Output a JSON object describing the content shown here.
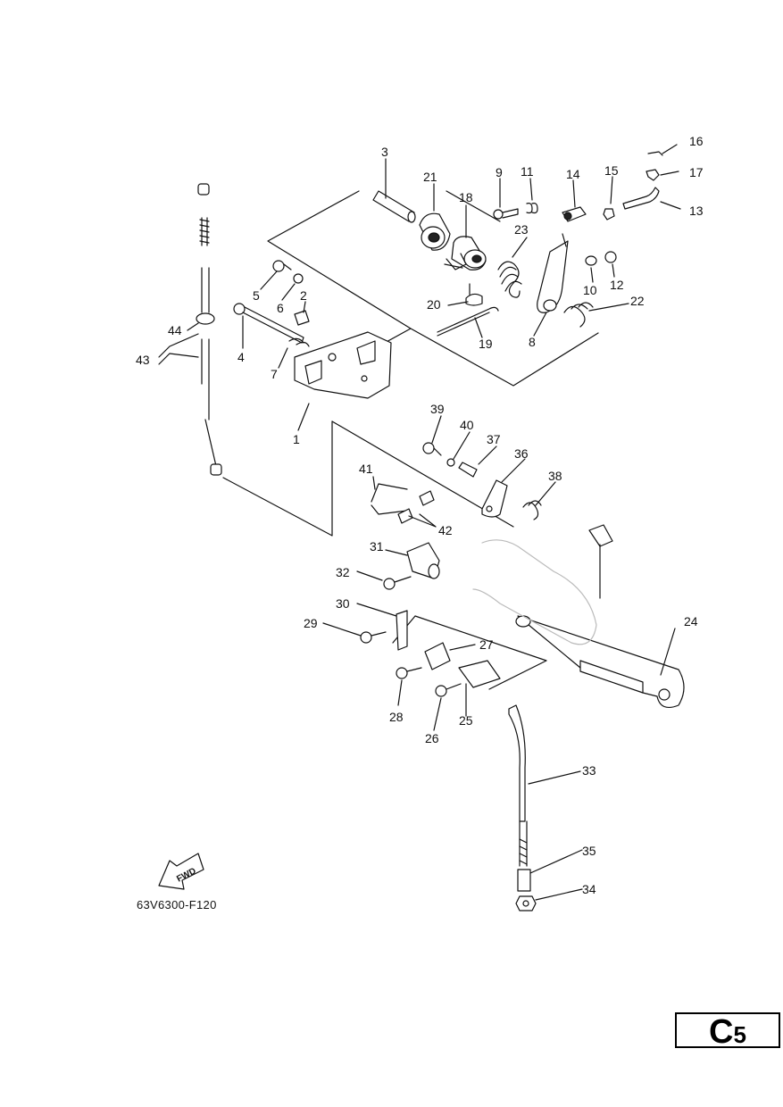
{
  "diagram_code": "63V6300-F120",
  "page_ref": {
    "letter": "C",
    "number": "5"
  },
  "fwd_label": "FWD",
  "callouts": [
    "1",
    "2",
    "3",
    "4",
    "5",
    "6",
    "7",
    "8",
    "9",
    "10",
    "11",
    "12",
    "13",
    "14",
    "15",
    "16",
    "17",
    "18",
    "19",
    "20",
    "21",
    "22",
    "23",
    "24",
    "25",
    "26",
    "27",
    "28",
    "29",
    "30",
    "31",
    "32",
    "33",
    "34",
    "35",
    "36",
    "37",
    "38",
    "39",
    "40",
    "41",
    "42",
    "43",
    "44"
  ]
}
